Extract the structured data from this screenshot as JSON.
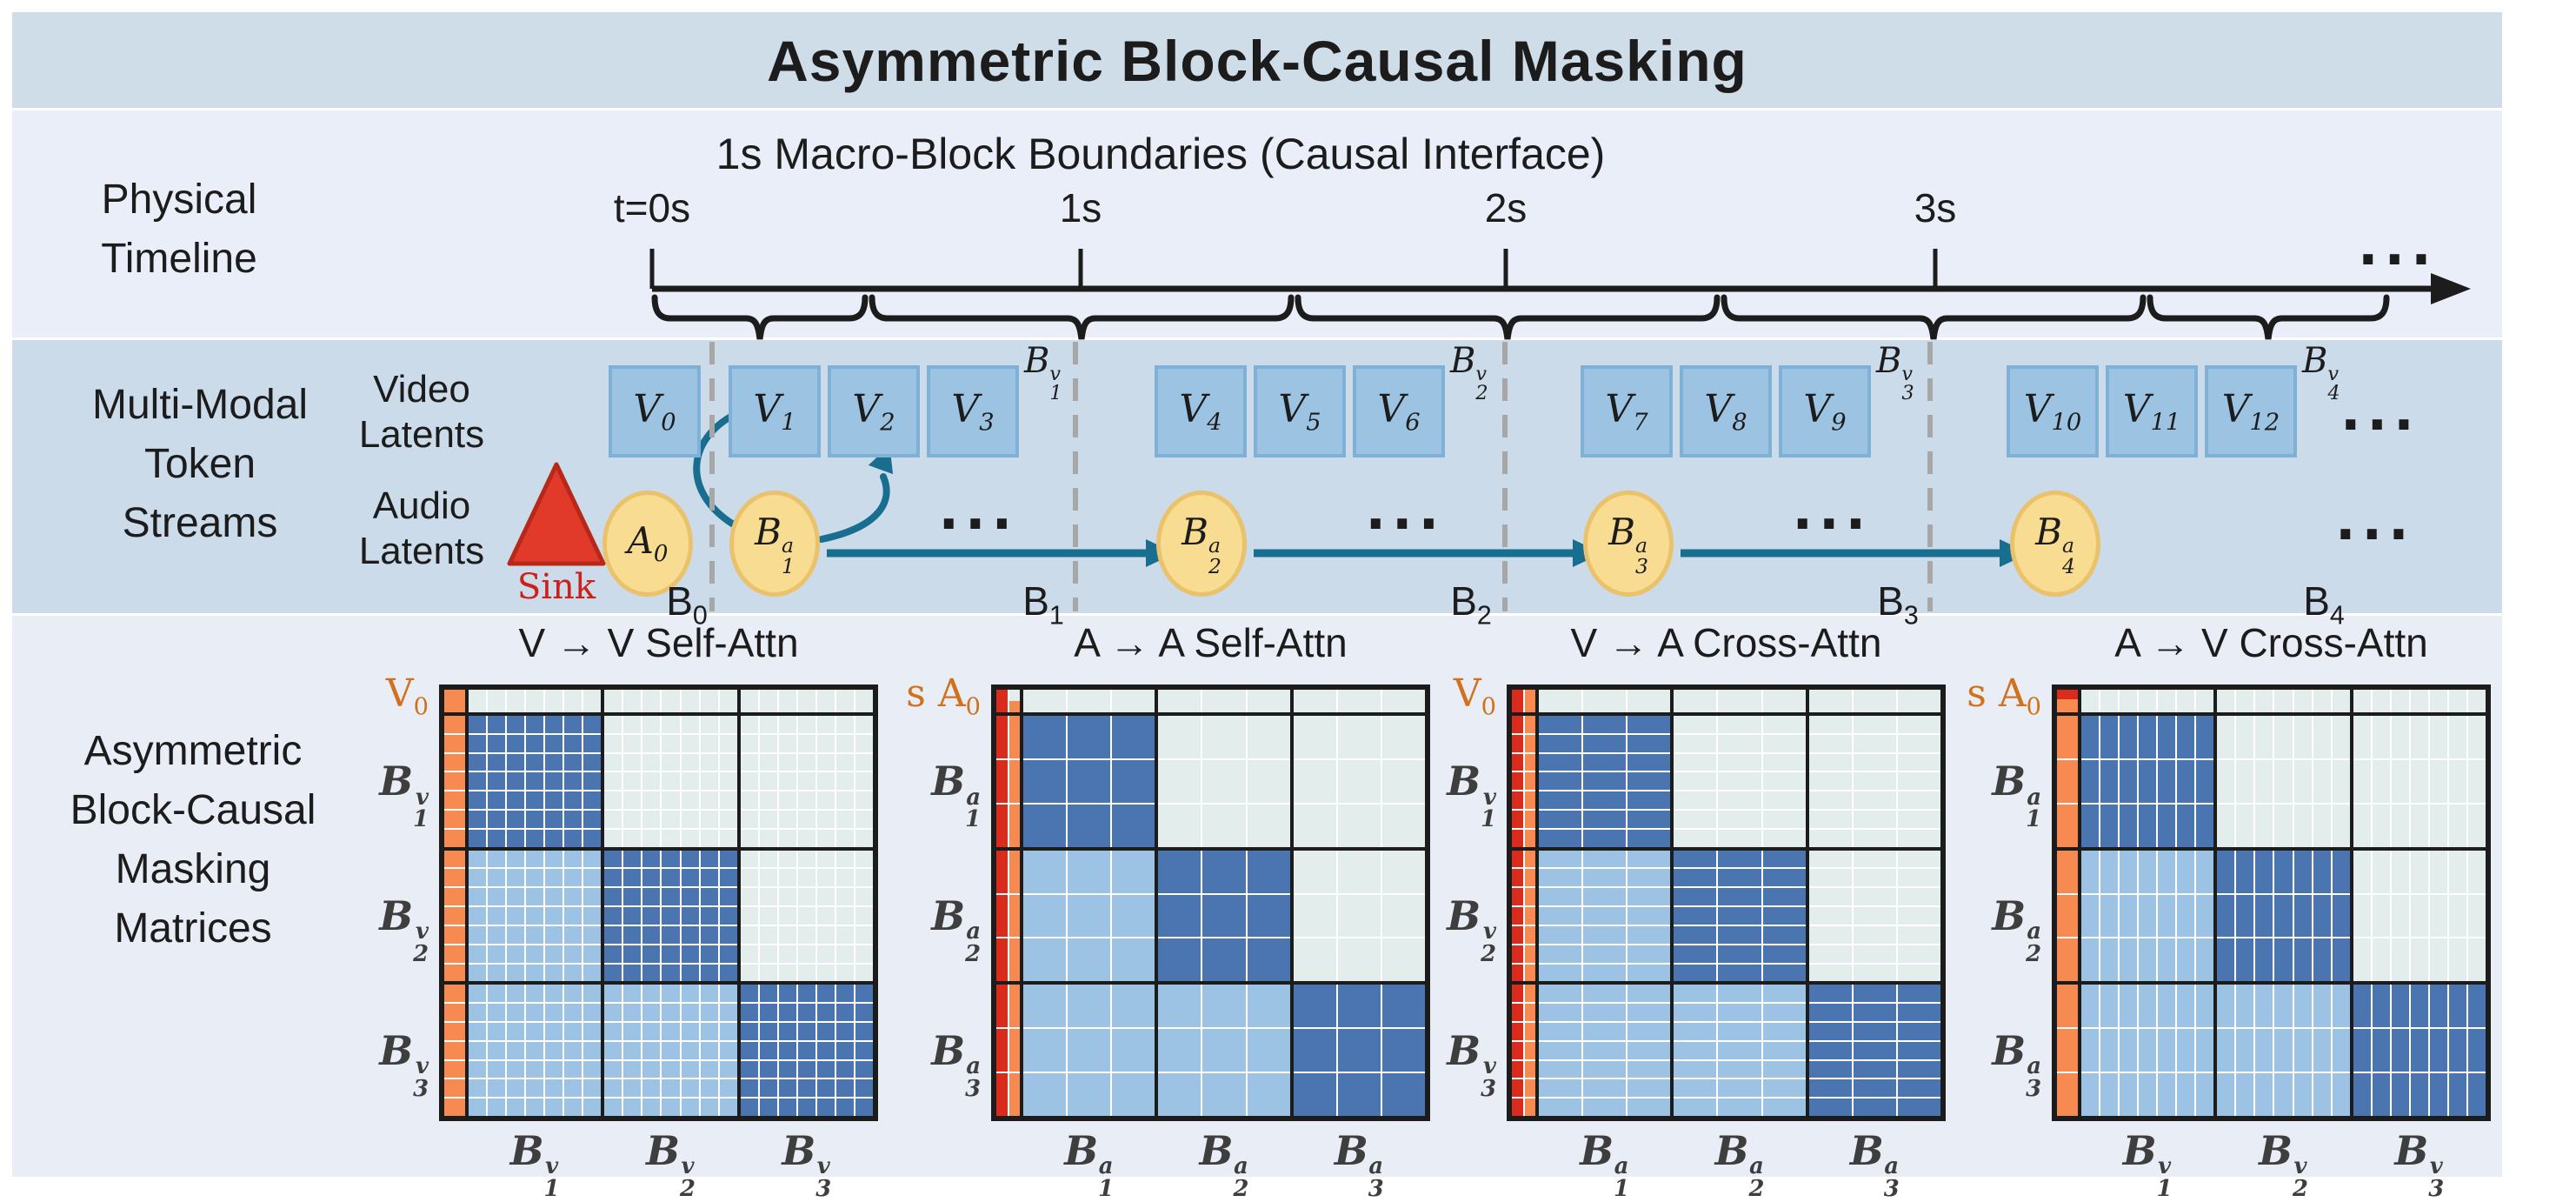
{
  "title": "Asymmetric Block-Causal Masking",
  "timeline": {
    "side_label": [
      "Physical",
      "Timeline"
    ],
    "heading": "1s Macro-Block Boundaries (Causal Interface)",
    "ticks": [
      "t=0s",
      "1s",
      "2s",
      "3s"
    ],
    "ellipsis": "..."
  },
  "tokens": {
    "side_label": [
      "Multi-Modal",
      "Token",
      "Streams"
    ],
    "video_label": [
      "Video",
      "Latents"
    ],
    "audio_label": [
      "Audio",
      "Latents"
    ],
    "sink_label": "Sink",
    "v0": {
      "b": "V",
      "sub": "0"
    },
    "video_groups": [
      {
        "label": {
          "b": "B",
          "sup": "v",
          "sub": "1"
        },
        "tokens": [
          {
            "b": "V",
            "sub": "1"
          },
          {
            "b": "V",
            "sub": "2"
          },
          {
            "b": "V",
            "sub": "3"
          }
        ]
      },
      {
        "label": {
          "b": "B",
          "sup": "v",
          "sub": "2"
        },
        "tokens": [
          {
            "b": "V",
            "sub": "4"
          },
          {
            "b": "V",
            "sub": "5"
          },
          {
            "b": "V",
            "sub": "6"
          }
        ]
      },
      {
        "label": {
          "b": "B",
          "sup": "v",
          "sub": "3"
        },
        "tokens": [
          {
            "b": "V",
            "sub": "7"
          },
          {
            "b": "V",
            "sub": "8"
          },
          {
            "b": "V",
            "sub": "9"
          }
        ]
      },
      {
        "label": {
          "b": "B",
          "sup": "v",
          "sub": "4"
        },
        "tokens": [
          {
            "b": "V",
            "sub": "10"
          },
          {
            "b": "V",
            "sub": "11"
          },
          {
            "b": "V",
            "sub": "12"
          }
        ]
      }
    ],
    "a0": {
      "b": "A",
      "sub": "0"
    },
    "audio_blocks": [
      {
        "b": "B",
        "sup": "a",
        "sub": "1"
      },
      {
        "b": "B",
        "sup": "a",
        "sub": "2"
      },
      {
        "b": "B",
        "sup": "a",
        "sub": "3"
      },
      {
        "b": "B",
        "sup": "a",
        "sub": "4"
      }
    ],
    "macro_labels": [
      {
        "b": "B",
        "sub": "0"
      },
      {
        "b": "B",
        "sub": "1"
      },
      {
        "b": "B",
        "sub": "2"
      },
      {
        "b": "B",
        "sub": "3"
      },
      {
        "b": "B",
        "sub": "4"
      }
    ],
    "ellipsis": "..."
  },
  "matrices_section": {
    "side_label": [
      "Asymmetric",
      "Block-Causal",
      "Masking",
      "Matrices"
    ],
    "mask_pattern": {
      "diagonal": "dark",
      "below_diagonal": "light",
      "above_diagonal": "pale"
    },
    "matrices": [
      {
        "id": "vv",
        "title": "V → V  Self-Attn",
        "corner_label": {
          "b": "V",
          "sub": "0"
        },
        "strip": [
          "orange"
        ],
        "corner": "orange",
        "row_cells": 7,
        "col_cells": 7,
        "rows": [
          {
            "b": "B",
            "sup": "v",
            "sub": "1"
          },
          {
            "b": "B",
            "sup": "v",
            "sub": "2"
          },
          {
            "b": "B",
            "sup": "v",
            "sub": "3"
          }
        ],
        "cols": [
          {
            "b": "B",
            "sup": "v",
            "sub": "1"
          },
          {
            "b": "B",
            "sup": "v",
            "sub": "2"
          },
          {
            "b": "B",
            "sup": "v",
            "sub": "3"
          }
        ]
      },
      {
        "id": "aa",
        "title": "A → A  Self-Attn",
        "corner_label": {
          "pre": "s",
          "b": "A",
          "sub": "0"
        },
        "strip": [
          "red",
          "orange"
        ],
        "corner": "red-split",
        "row_cells": 3,
        "col_cells": 3,
        "rows": [
          {
            "b": "B",
            "sup": "a",
            "sub": "1"
          },
          {
            "b": "B",
            "sup": "a",
            "sub": "2"
          },
          {
            "b": "B",
            "sup": "a",
            "sub": "3"
          }
        ],
        "cols": [
          {
            "b": "B",
            "sup": "a",
            "sub": "1"
          },
          {
            "b": "B",
            "sup": "a",
            "sub": "2"
          },
          {
            "b": "B",
            "sup": "a",
            "sub": "3"
          }
        ]
      },
      {
        "id": "va",
        "title": "V → A  Cross-Attn",
        "corner_label": {
          "b": "V",
          "sub": "0"
        },
        "strip": [
          "red",
          "orange"
        ],
        "corner": "red-orange",
        "row_cells": 7,
        "col_cells": 3,
        "rows": [
          {
            "b": "B",
            "sup": "v",
            "sub": "1"
          },
          {
            "b": "B",
            "sup": "v",
            "sub": "2"
          },
          {
            "b": "B",
            "sup": "v",
            "sub": "3"
          }
        ],
        "cols": [
          {
            "b": "B",
            "sup": "a",
            "sub": "1"
          },
          {
            "b": "B",
            "sup": "a",
            "sub": "2"
          },
          {
            "b": "B",
            "sup": "a",
            "sub": "3"
          }
        ]
      },
      {
        "id": "av",
        "title": "A → V  Cross-Attn",
        "corner_label": {
          "pre": "s",
          "b": "A",
          "sub": "0"
        },
        "strip": [
          "orange"
        ],
        "corner": "redtop",
        "row_cells": 3,
        "col_cells": 7,
        "rows": [
          {
            "b": "B",
            "sup": "a",
            "sub": "1"
          },
          {
            "b": "B",
            "sup": "a",
            "sub": "2"
          },
          {
            "b": "B",
            "sup": "a",
            "sub": "3"
          }
        ],
        "cols": [
          {
            "b": "B",
            "sup": "v",
            "sub": "1"
          },
          {
            "b": "B",
            "sup": "v",
            "sub": "2"
          },
          {
            "b": "B",
            "sup": "v",
            "sub": "3"
          }
        ]
      }
    ]
  },
  "colors": {
    "band_title": "#cfdde9",
    "band_timeline": "#eaeef8",
    "band_tokens": "#cbdbe9",
    "band_matrices": "#e9edf6",
    "video_box": "#9cc4e2",
    "video_box_border": "#7fb0d5",
    "audio_circle": "#f8dc92",
    "audio_circle_border": "#e9c26b",
    "sink_red": "#e13a2a",
    "teal_arrow": "#176e8e",
    "mask_dark_blue": "#4a75b1",
    "mask_light_blue": "#9cc3e3",
    "mask_pale": "#e3edec",
    "strip_orange": "#f68a51",
    "strip_red": "#da2b1d",
    "corner_text_orange": "#d2711c",
    "dashed_gray": "#a7a7a7",
    "ink": "#1c1c1c"
  }
}
